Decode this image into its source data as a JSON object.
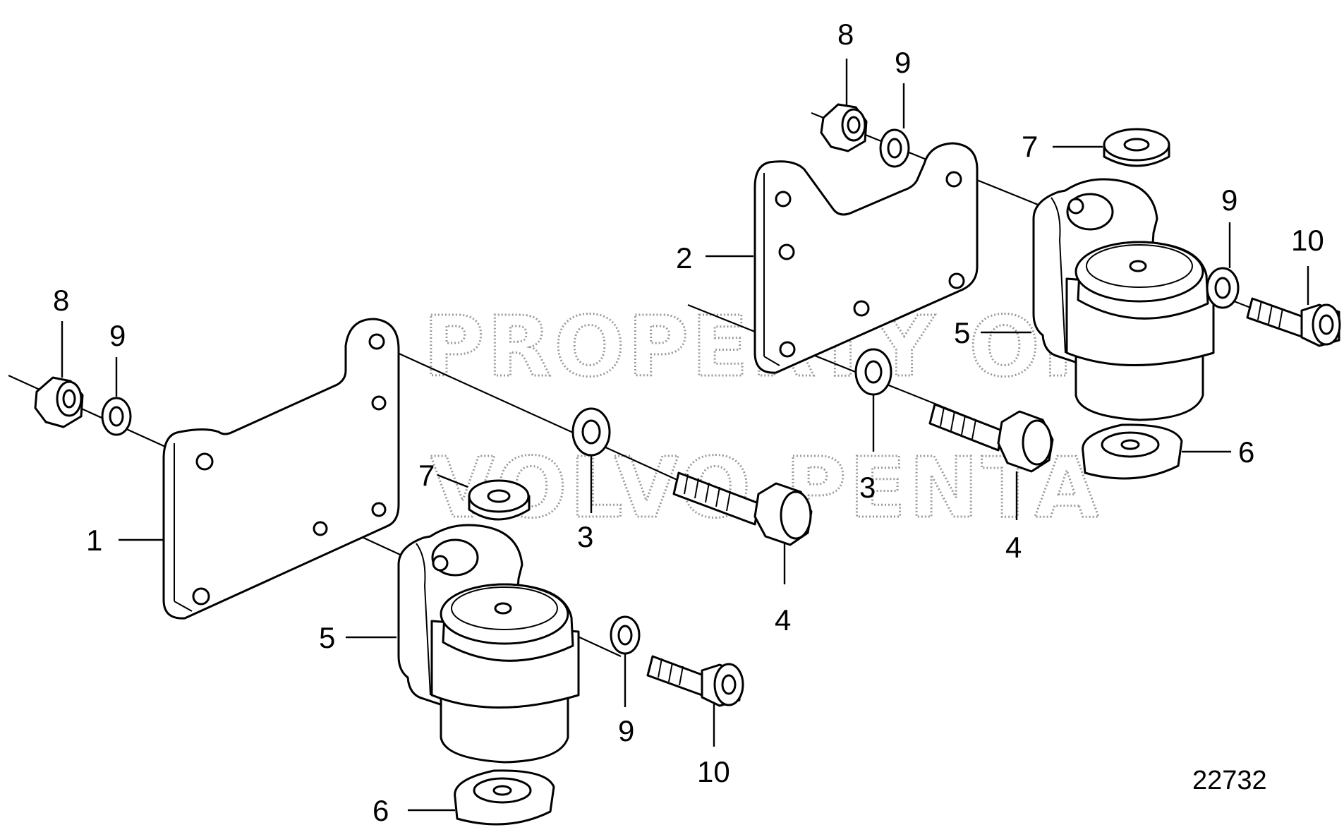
{
  "callouts": {
    "c1": "1",
    "c2": "2",
    "c3a": "3",
    "c3b": "3",
    "c4a": "4",
    "c4b": "4",
    "c5a": "5",
    "c5b": "5",
    "c6a": "6",
    "c6b": "6",
    "c7a": "7",
    "c7b": "7",
    "c8a": "8",
    "c8b": "8",
    "c9a": "9",
    "c9b": "9",
    "c9c": "9",
    "c9d": "9",
    "c10a": "10",
    "c10b": "10"
  },
  "drawing_number": "22732",
  "watermark": {
    "line1": "PROPERTY OF",
    "line2": "VOLVO PENTA"
  }
}
